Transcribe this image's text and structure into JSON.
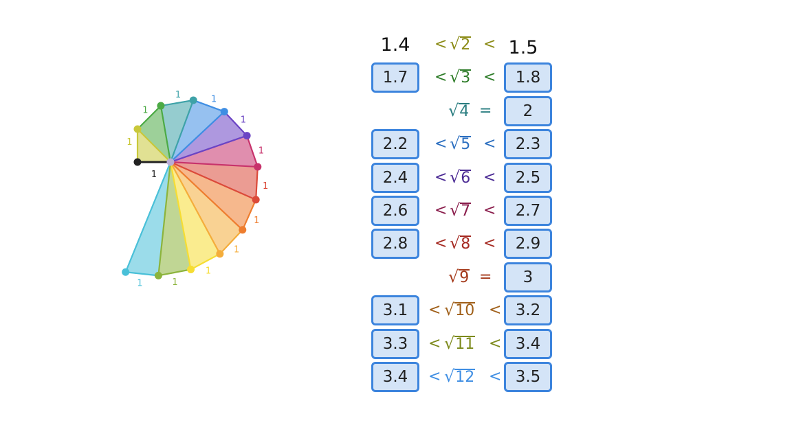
{
  "spiral": {
    "edge_label": "1",
    "colors": [
      "#222222",
      "#c9c83a",
      "#4caa45",
      "#3ea2a8",
      "#3f8ee3",
      "#6b44c4",
      "#c7326b",
      "#db4a3a",
      "#ee7d2f",
      "#f4ad3b",
      "#f6dd33",
      "#8cb43c",
      "#49c0d8"
    ]
  },
  "table": {
    "rows": [
      {
        "left": "1.4",
        "left_boxed": false,
        "op_left": "<",
        "radicand": "2",
        "op_right": "<",
        "right": "1.5",
        "right_boxed": false,
        "color": "#8b8b16"
      },
      {
        "left": "1.7",
        "left_boxed": true,
        "op_left": "<",
        "radicand": "3",
        "op_right": "<",
        "right": "1.8",
        "right_boxed": true,
        "color": "#2f7d2a"
      },
      {
        "left": "",
        "left_boxed": false,
        "op_left": "",
        "radicand": "4",
        "op_right": "=",
        "right": "2",
        "right_boxed": true,
        "color": "#2a7d80"
      },
      {
        "left": "2.2",
        "left_boxed": true,
        "op_left": "<",
        "radicand": "5",
        "op_right": "<",
        "right": "2.3",
        "right_boxed": true,
        "color": "#2c6fc0"
      },
      {
        "left": "2.4",
        "left_boxed": true,
        "op_left": "<",
        "radicand": "6",
        "op_right": "<",
        "right": "2.5",
        "right_boxed": true,
        "color": "#4b2a94"
      },
      {
        "left": "2.6",
        "left_boxed": true,
        "op_left": "<",
        "radicand": "7",
        "op_right": "<",
        "right": "2.7",
        "right_boxed": true,
        "color": "#8a1d4c"
      },
      {
        "left": "2.8",
        "left_boxed": true,
        "op_left": "<",
        "radicand": "8",
        "op_right": "<",
        "right": "2.9",
        "right_boxed": true,
        "color": "#a52a22"
      },
      {
        "left": "",
        "left_boxed": false,
        "op_left": "",
        "radicand": "9",
        "op_right": "=",
        "right": "3",
        "right_boxed": true,
        "color": "#a53b1c"
      },
      {
        "left": "3.1",
        "left_boxed": true,
        "op_left": "<",
        "radicand": "10",
        "op_right": "<",
        "right": "3.2",
        "right_boxed": true,
        "color": "#a0601a"
      },
      {
        "left": "3.3",
        "left_boxed": true,
        "op_left": "<",
        "radicand": "11",
        "op_right": "<",
        "right": "3.4",
        "right_boxed": true,
        "color": "#7d8a1c"
      },
      {
        "left": "3.4",
        "left_boxed": true,
        "op_left": "<",
        "radicand": "12",
        "op_right": "<",
        "right": "3.5",
        "right_boxed": true,
        "color": "#3f8ee3"
      }
    ]
  }
}
